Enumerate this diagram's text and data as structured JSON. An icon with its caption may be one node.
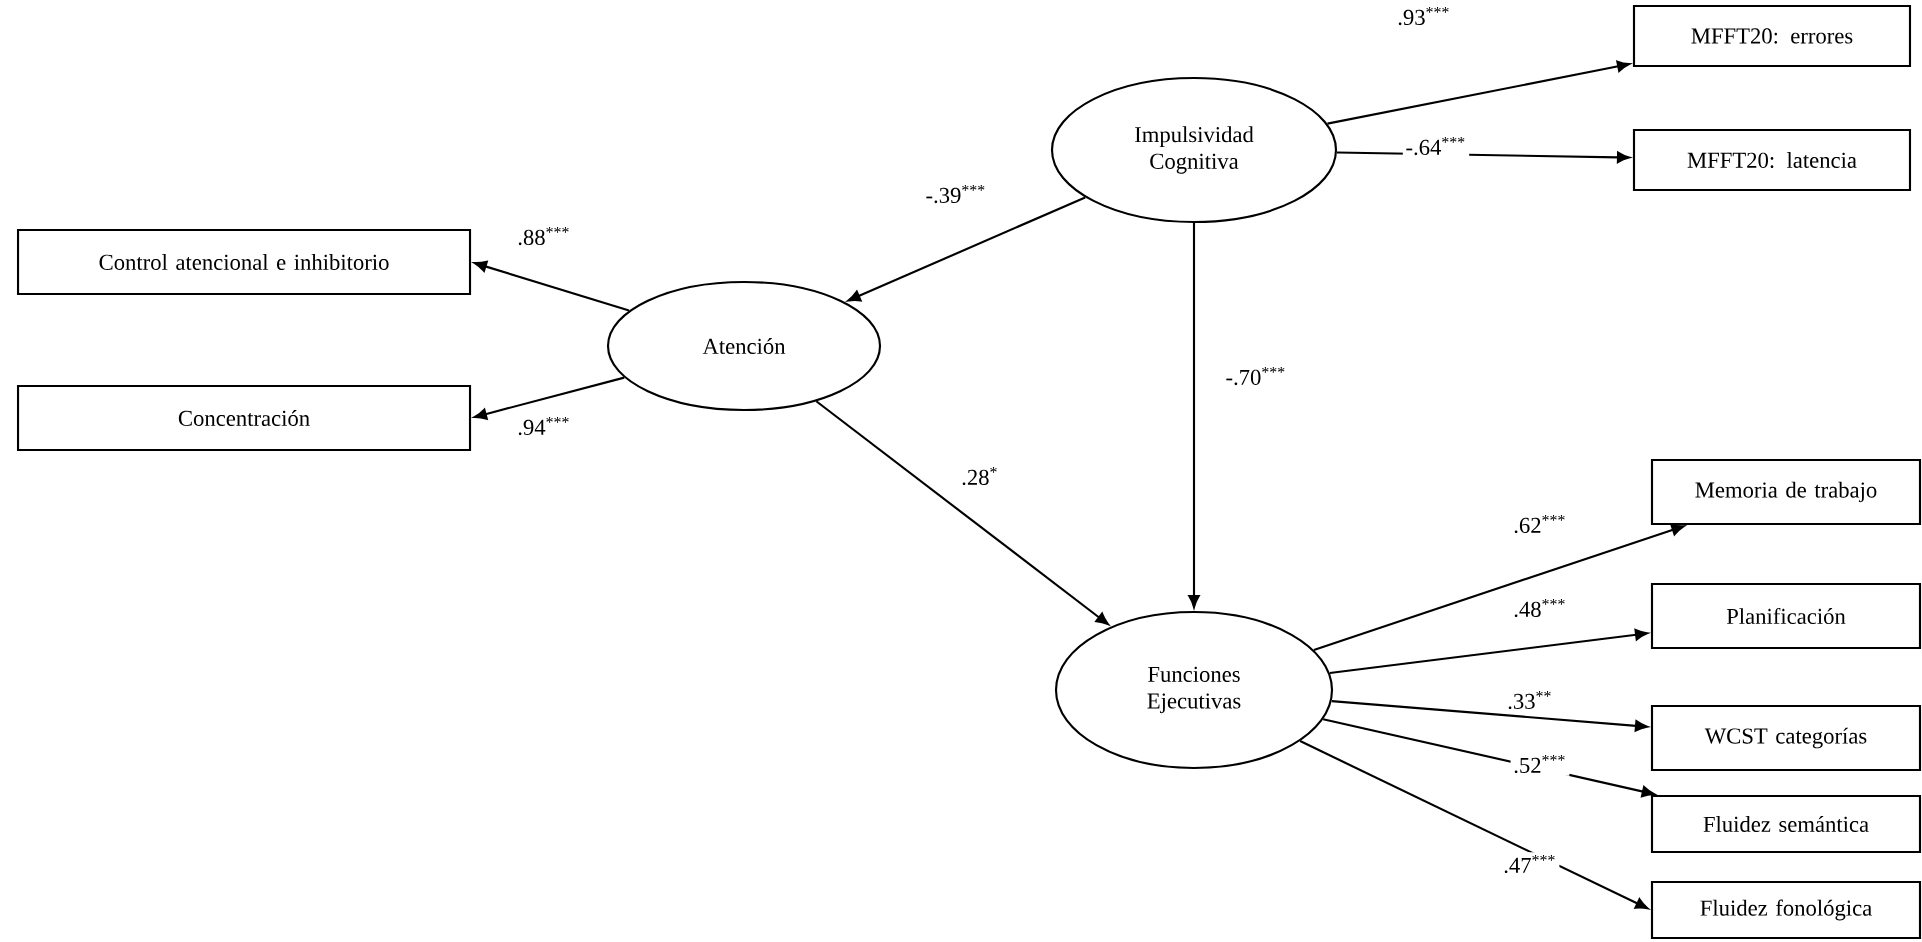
{
  "diagram": {
    "nodes": [
      {
        "text": [
          "Impulsividad Cognitiva"
        ]
      },
      {
        "text": [
          "MFFT20: errores"
        ]
      },
      {
        "text": [
          "MFFT20: latencia"
        ]
      },
      {
        "text": [
          "Control atencional e inhibitorio"
        ]
      },
      {
        "text": [
          "Atención"
        ]
      },
      {
        "text": [
          "Concentración"
        ]
      },
      {
        "text": [
          "Funciones Ejecutivas"
        ]
      },
      {
        "text": [
          "Memoria de trabajo"
        ]
      },
      {
        "text": [
          "Planificación"
        ]
      },
      {
        "text": [
          "WCST categorías"
        ]
      },
      {
        "text": [
          "Fluidez semántica"
        ]
      },
      {
        "text": [
          "Fluidez fonológica"
        ]
      }
    ],
    "edges": [
      {
        "from": 0,
        "to": 1,
        "arrow": "to",
        "label": ".93$^{***}$"
      },
      {
        "from": 0,
        "to": 2,
        "arrow": "to",
        "label": "-.64$^{***}$"
      },
      {
        "from": 0,
        "to": 4,
        "arrow": "to",
        "label": "-.39$^{***}$"
      },
      {
        "from": 0,
        "to": 6,
        "arrow": "to",
        "label": "-.70$^{***}$"
      },
      {
        "from": 4,
        "to": 3,
        "arrow": "to",
        "label": ".88$^{***}$"
      },
      {
        "from": 4,
        "to": 5,
        "arrow": "to",
        "label": ".94$^{***}$"
      },
      {
        "from": 4,
        "to": 6,
        "arrow": "to",
        "label": ".28$^{*}$"
      },
      {
        "from": 6,
        "to": 7,
        "arrow": "to",
        "label": ".62$^{***}$"
      },
      {
        "from": 6,
        "to": 8,
        "arrow": "to",
        "label": ".48$^{***}$"
      },
      {
        "from": 6,
        "to": 9,
        "arrow": "to",
        "label": ".33$^{**}$"
      },
      {
        "from": 6,
        "to": 10,
        "arrow": "to",
        "label": ".52$^{***}$"
      },
      {
        "from": 6,
        "to": 11,
        "arrow": "to",
        "label": ".47$^{***}$"
      }
    ]
  }
}
